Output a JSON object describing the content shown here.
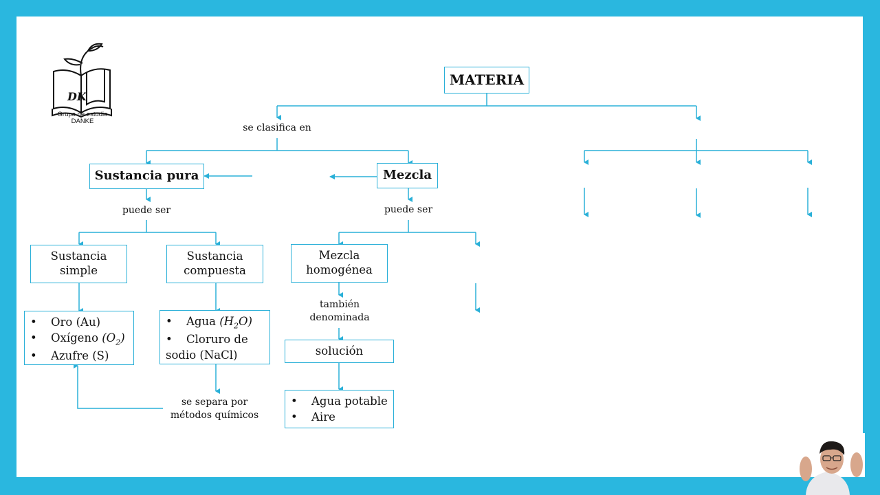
{
  "logo": {
    "initials": "DK",
    "line1": "Grupo de estudio",
    "line2": "DANKE"
  },
  "root": "MATERIA",
  "edge_labels": {
    "clasifica": "se clasifica en",
    "puede_ser_1": "puede ser",
    "puede_ser_2": "puede ser",
    "tambien_1": "también",
    "tambien_2": "denominada",
    "separa_1": "se separa por",
    "separa_2": "métodos químicos"
  },
  "nodes": {
    "sustancia_pura": "Sustancia pura",
    "mezcla": "Mezcla",
    "simple_1": "Sustancia",
    "simple_2": "simple",
    "compuesta_1": "Sustancia",
    "compuesta_2": "compuesta",
    "homogenea_1": "Mezcla",
    "homogenea_2": "homogénea",
    "solucion": "solución"
  },
  "lists": {
    "bullet": "•",
    "simple": [
      "Oro (Au)",
      "Oxígeno",
      "Azufre (S)"
    ],
    "compuesta": [
      "Agua",
      "Cloruro de",
      "sodio (NaCl)"
    ],
    "solucion": [
      "Agua potable",
      "Aire"
    ]
  },
  "colors": {
    "frame": "#2ab7df",
    "line": "#2ab0d8"
  }
}
